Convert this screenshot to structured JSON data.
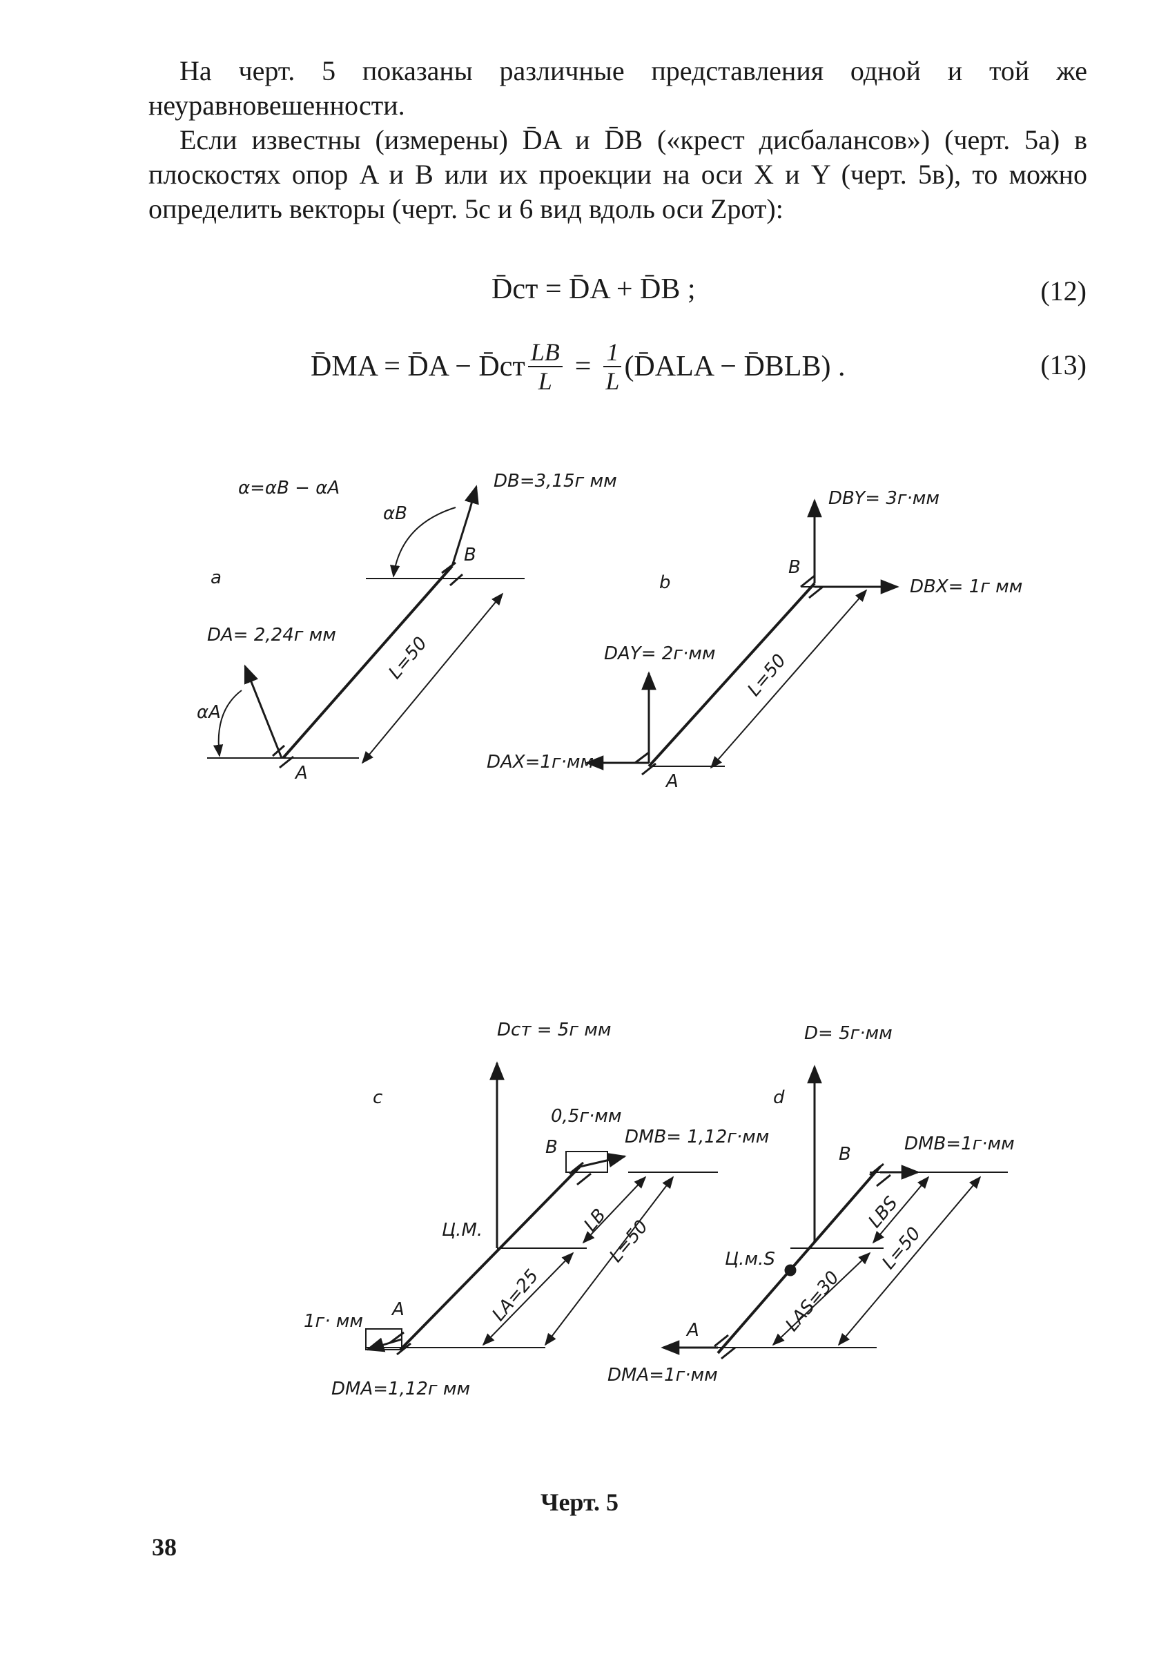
{
  "text": {
    "p1": "На черт. 5 показаны различные представления одной и той же неуравновешенности.",
    "p2": "Если известны (измерены) D̄A и D̄B («крест дисбалансов») (черт. 5а) в плоскостях опор A и B или их проекции на оси X и Y (черт. 5в), то можно определить векторы (черт. 5с и 6 вид вдоль оси Zрот):"
  },
  "equations": {
    "eq12": "D̄ст = D̄A + D̄B ;",
    "eq12_num": "(12)",
    "eq13_left": "D̄MA = D̄A − D̄ст",
    "eq13_frac_num": "LB",
    "eq13_frac_den": "L",
    "eq13_mid": "=",
    "eq13_frac2_num": "1",
    "eq13_frac2_den": "L",
    "eq13_right": "(D̄ALA − D̄BLB) .",
    "eq13_num": "(13)"
  },
  "figure": {
    "a": {
      "panel": "a",
      "alpha_formula": "α=αB − αA",
      "alphaB": "αB",
      "DB": "DB=3,15г мм",
      "B": "B",
      "DA": "DA= 2,24г мм",
      "alphaA": "αA",
      "L": "L=50",
      "A": "A"
    },
    "b": {
      "panel": "b",
      "DBY": "DBY= 3г·мм",
      "B": "B",
      "DBX": "DBX= 1г мм",
      "DAY": "DAY= 2г·мм",
      "L": "L=50",
      "DAX": "DAX=1г·мм",
      "A": "A"
    },
    "c": {
      "panel": "c",
      "Dst": "Dст = 5г мм",
      "small": "0,5г·мм",
      "B": "B",
      "DMB": "DMB= 1,12г·мм",
      "cm": "Ц.М.",
      "LB": "LB",
      "L": "L=50",
      "LA": "LA=25",
      "one": "1г· мм",
      "A": "A",
      "DMA": "DMA=1,12г мм"
    },
    "d": {
      "panel": "d",
      "D": "D= 5г·мм",
      "B": "B",
      "DMB": "DMB=1г·мм",
      "LBS": "LBS",
      "cms": "Ц.м.S",
      "L": "L=50",
      "LAS": "LAS=30",
      "A": "A",
      "DMA": "DMA=1г·мм"
    }
  },
  "caption": "Черт. 5",
  "page_number": "38"
}
